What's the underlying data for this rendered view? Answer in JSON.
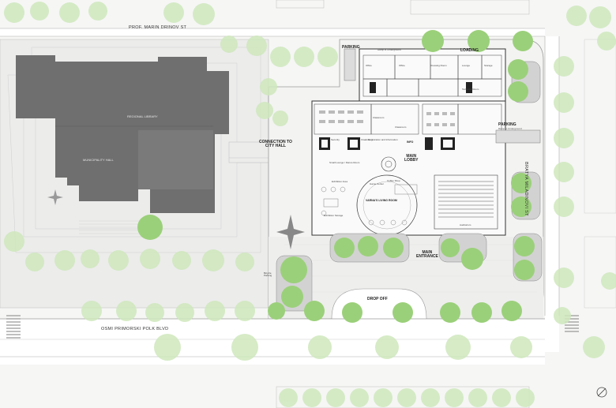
{
  "streets": {
    "north": "PROF. MARIN DRINOV ST",
    "south": "OSMI PRIMORSKI POLK BLVD",
    "east": "BRATYA MILADINOVI ST"
  },
  "buildings": {
    "regional_library": "REGIONAL LIBRARY",
    "municipality_hall": "MUNICIPALITY HALL"
  },
  "labels": {
    "parking_nw": "PARKING",
    "parking_nw_sub": "Ramp to Underground",
    "loading": "LOADING",
    "parking_e": "PARKING",
    "parking_e_sub": "Ramp to Underground",
    "connection": "CONNECTION TO\nCITY HALL",
    "main_lobby": "MAIN\nLOBBY",
    "info": "INFO",
    "main_entrance": "MAIN\nENTRANCE",
    "drop_off": "DROP OFF",
    "living_room": "VARNA'S LIVING ROOM",
    "auditorium": "Auditorium",
    "bicycle_parking": "Bicycle\nParking"
  },
  "rooms": {
    "r1": "Office",
    "r2": "Office",
    "r3": "Classroom",
    "r4": "Dressing Room",
    "r5": "Lounge",
    "r6": "Classroom",
    "r7": "Technical Room",
    "r8": "Storage",
    "r9": "Registration and Information",
    "r10": "Coffee Shop",
    "r11": "Security",
    "r12": "Cloakroom",
    "r13": "Exhibition Area",
    "r14": "Game Center",
    "r15": "Exhibition Storage",
    "r16": "Small Lounge / Dance Room"
  },
  "colors": {
    "building_dark": "#6f6f6f",
    "tree_green": "#9bd07a",
    "tree_green_light": "#cfe8bd",
    "planter": "#d2d2d2",
    "road": "#ffffff"
  }
}
